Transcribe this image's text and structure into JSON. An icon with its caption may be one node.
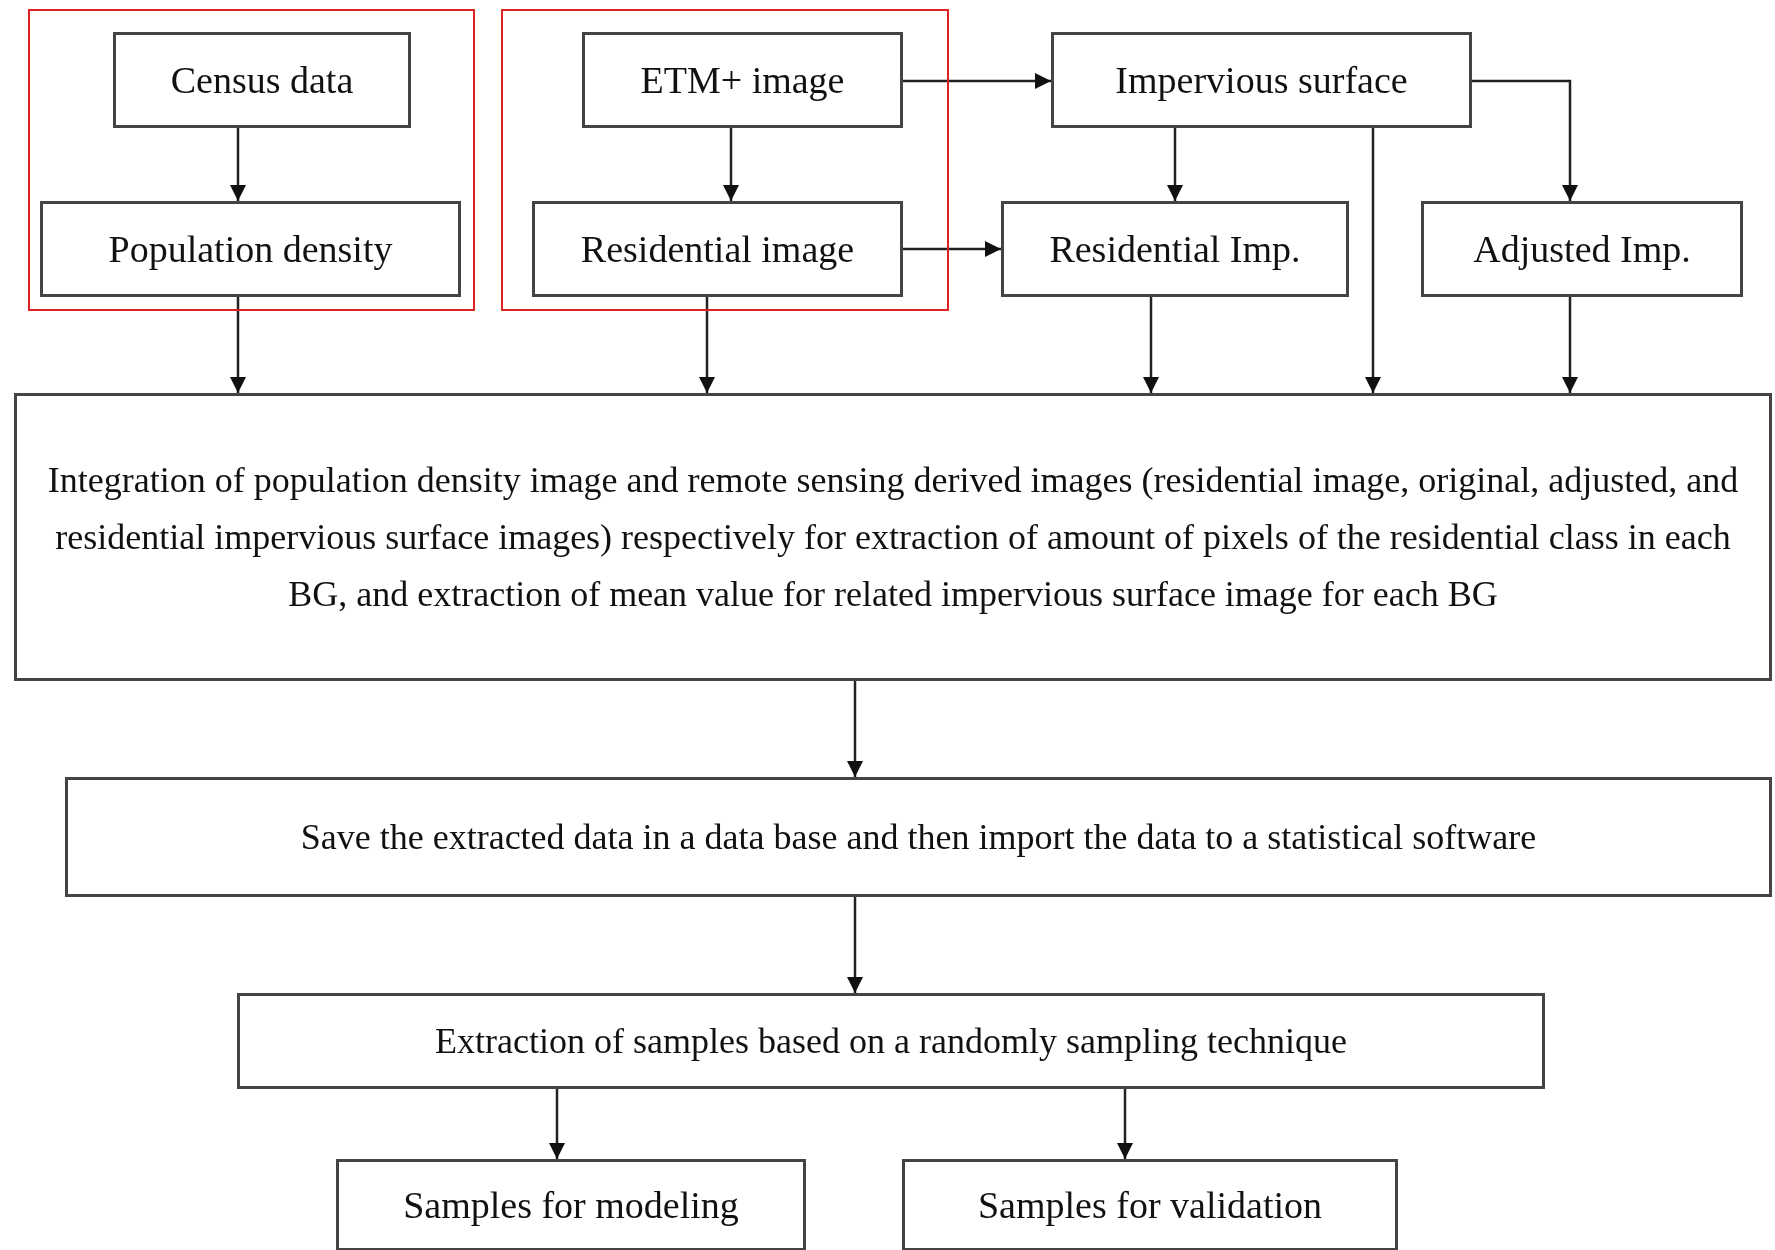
{
  "diagram": {
    "nodes": [
      {
        "text": [],
        "shape": "box"
      },
      {
        "text": [
          "Census data"
        ],
        "in": 0
      },
      {
        "text": [
          "Population density"
        ],
        "in": 0
      },
      {
        "text": [],
        "shape": "box"
      },
      {
        "text": [
          "ETM+ image"
        ],
        "in": 3
      },
      {
        "text": [
          "Residential image"
        ],
        "in": 3
      },
      {
        "text": [
          "Impervious surface"
        ]
      },
      {
        "text": [
          "Residential Imp."
        ]
      },
      {
        "text": [
          "Adjusted Imp."
        ]
      },
      {
        "text": [
          "Integration of population density image and remote sensing derived images (residential image, original, adjusted, and residential impervious surface images) respectively for extraction of amount of pixels of the residential class in each BG, and extraction of mean value for related impervious surface image for each BG"
        ]
      },
      {
        "text": [
          "Save the extracted data in a data base and then import the data to a statistical software"
        ]
      },
      {
        "text": [
          "Extraction of samples based on a randomly sampling technique"
        ]
      },
      {
        "text": [
          "Samples for modeling"
        ]
      },
      {
        "text": [
          "Samples for validation"
        ]
      }
    ],
    "edges": [
      {
        "from": 1,
        "to": 2,
        "arrow": "to"
      },
      {
        "from": 4,
        "to": 5,
        "arrow": "to"
      },
      {
        "from": 4,
        "to": 6,
        "arrow": "to"
      },
      {
        "from": 5,
        "to": 7,
        "arrow": "to"
      },
      {
        "from": 6,
        "to": 7,
        "arrow": "to"
      },
      {
        "from": 6,
        "to": 8,
        "arrow": "to"
      },
      {
        "from": 2,
        "to": 9,
        "arrow": "to"
      },
      {
        "from": 5,
        "to": 9,
        "arrow": "to"
      },
      {
        "from": 7,
        "to": 9,
        "arrow": "to"
      },
      {
        "from": 6,
        "to": 9,
        "arrow": "to"
      },
      {
        "from": 8,
        "to": 9,
        "arrow": "to"
      },
      {
        "from": 9,
        "to": 10,
        "arrow": "to"
      },
      {
        "from": 10,
        "to": 11,
        "arrow": "to"
      },
      {
        "from": 11,
        "to": 12,
        "arrow": "to"
      },
      {
        "from": 11,
        "to": 13,
        "arrow": "to"
      }
    ]
  }
}
